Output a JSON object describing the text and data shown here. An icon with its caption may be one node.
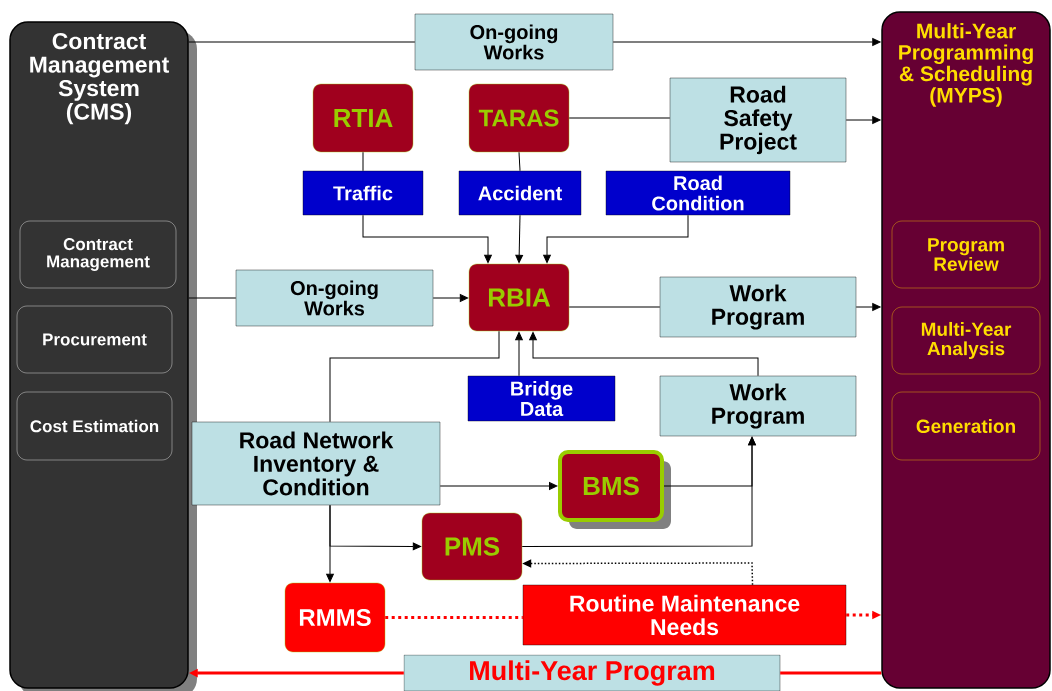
{
  "diagram": {
    "nodes": [
      {
        "text": [
          "Contract Management System (CMS)"
        ]
      },
      {
        "text": [
          "Contract Management"
        ],
        "in": 0
      },
      {
        "text": [
          "Procurement"
        ],
        "in": 0
      },
      {
        "text": [
          "Cost Estimation"
        ],
        "in": 0
      },
      {
        "text": [
          "Multi-Year Programming & Scheduling (MYPS)"
        ]
      },
      {
        "text": [
          "Program Review"
        ],
        "in": 4
      },
      {
        "text": [
          "Multi-Year Analysis"
        ],
        "in": 4
      },
      {
        "text": [
          "Generation"
        ],
        "in": 4
      },
      {
        "text": [
          "On-going Works"
        ]
      },
      {
        "text": [
          "RTIA"
        ]
      },
      {
        "text": [
          "TARAS"
        ]
      },
      {
        "text": [
          "Road Safety Project"
        ]
      },
      {
        "text": [
          "Traffic"
        ]
      },
      {
        "text": [
          "Accident"
        ]
      },
      {
        "text": [
          "Road Condition"
        ]
      },
      {
        "text": [
          "On-going Works"
        ]
      },
      {
        "text": [
          "RBIA"
        ]
      },
      {
        "text": [
          "Work Program"
        ]
      },
      {
        "text": [
          "Bridge Data"
        ]
      },
      {
        "text": [
          "Work Program"
        ]
      },
      {
        "text": [
          "Road Network Inventory & Condition"
        ]
      },
      {
        "text": [
          "BMS"
        ]
      },
      {
        "text": [
          "PMS"
        ]
      },
      {
        "text": [
          "RMMS"
        ]
      },
      {
        "text": [
          "Routine Maintenance Needs"
        ]
      },
      {
        "text": [
          "Multi-Year Program"
        ]
      }
    ],
    "edges": [
      {
        "from": 0,
        "to": 8,
        "arrow": "none"
      },
      {
        "from": 8,
        "to": 4,
        "arrow": "to"
      },
      {
        "from": 9,
        "to": 12,
        "arrow": "none"
      },
      {
        "from": 10,
        "to": 13,
        "arrow": "none"
      },
      {
        "from": 12,
        "to": 16,
        "arrow": "to"
      },
      {
        "from": 13,
        "to": 16,
        "arrow": "to"
      },
      {
        "from": 14,
        "to": 16,
        "arrow": "to"
      },
      {
        "from": 10,
        "to": 11,
        "arrow": "none"
      },
      {
        "from": 11,
        "to": 4,
        "arrow": "to"
      },
      {
        "from": 0,
        "to": 15,
        "arrow": "none"
      },
      {
        "from": 15,
        "to": 16,
        "arrow": "to"
      },
      {
        "from": 16,
        "to": 17,
        "arrow": "none"
      },
      {
        "from": 17,
        "to": 4,
        "arrow": "to"
      },
      {
        "from": 18,
        "to": 16,
        "arrow": "to"
      },
      {
        "from": 20,
        "to": 16,
        "arrow": "none"
      },
      {
        "from": 19,
        "to": 16,
        "arrow": "to"
      },
      {
        "from": 20,
        "to": 21,
        "arrow": "to"
      },
      {
        "from": 20,
        "to": 22,
        "arrow": "to"
      },
      {
        "from": 20,
        "to": 23,
        "arrow": "to"
      },
      {
        "from": 21,
        "to": 19,
        "arrow": "to"
      },
      {
        "from": 22,
        "to": 19,
        "arrow": "to"
      },
      {
        "from": 24,
        "to": 22,
        "arrow": "to",
        "style": "dashed"
      },
      {
        "from": 23,
        "to": 24,
        "arrow": "none",
        "style": "dashed",
        "color": "#ff0000"
      },
      {
        "from": 24,
        "to": 4,
        "arrow": "to",
        "style": "dashed",
        "color": "#ff0000"
      },
      {
        "from": 4,
        "to": 25,
        "arrow": "none",
        "style": "thick",
        "color": "#ff0000"
      },
      {
        "from": 25,
        "to": 0,
        "arrow": "to",
        "style": "thick",
        "color": "#ff0000"
      }
    ]
  }
}
